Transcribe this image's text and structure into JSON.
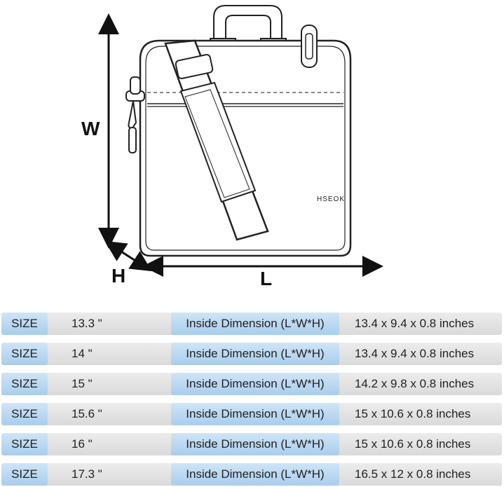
{
  "diagram": {
    "brand": "HSEOK",
    "labels": {
      "width": "W",
      "height": "H",
      "length": "L"
    }
  },
  "rows": [
    {
      "size_label": "SIZE",
      "size": "13.3 \"",
      "inside_label": "Inside Dimension (L*W*H)",
      "dims": "13.4 x 9.4 x 0.8 inches"
    },
    {
      "size_label": "SIZE",
      "size": "14 \"",
      "inside_label": "Inside Dimension (L*W*H)",
      "dims": "13.4 x 9.4 x 0.8 inches"
    },
    {
      "size_label": "SIZE",
      "size": "15 \"",
      "inside_label": "Inside Dimension (L*W*H)",
      "dims": "14.2 x 9.8 x 0.8 inches"
    },
    {
      "size_label": "SIZE",
      "size": "15.6 \"",
      "inside_label": "Inside Dimension (L*W*H)",
      "dims": "15 x 10.6 x 0.8 inches"
    },
    {
      "size_label": "SIZE",
      "size": "16 \"",
      "inside_label": "Inside Dimension (L*W*H)",
      "dims": "15 x 10.6 x 0.8 inches"
    },
    {
      "size_label": "SIZE",
      "size": "17.3 \"",
      "inside_label": "Inside Dimension (L*W*H)",
      "dims": "16.5 x 12 x 0.8 inches"
    }
  ],
  "colors": {
    "chip": "#b7d7f0",
    "row": "#e2e2e2",
    "line": "#222222"
  }
}
